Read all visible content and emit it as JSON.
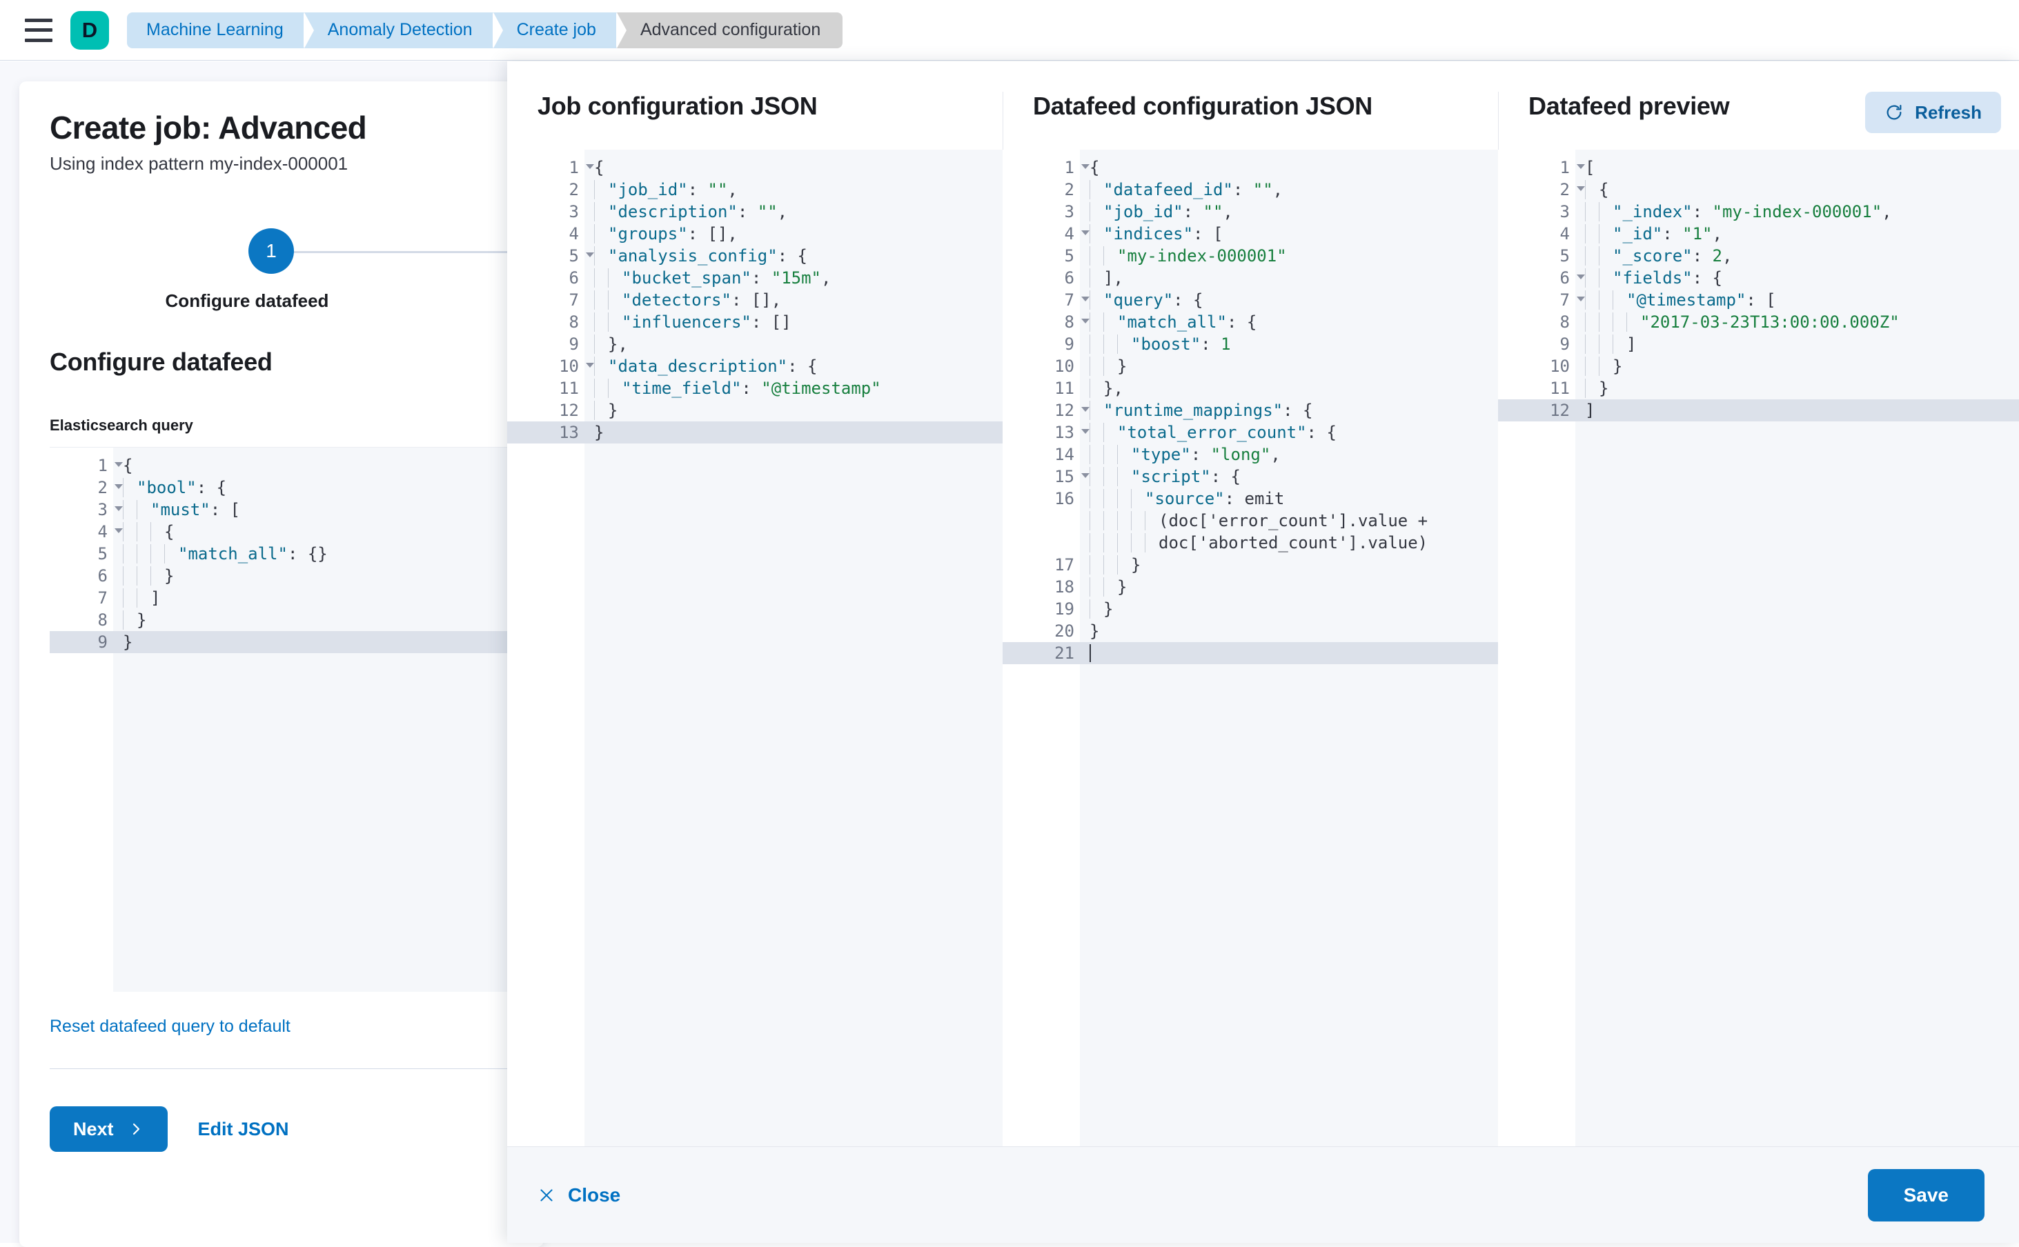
{
  "topbar": {
    "menu_icon": "hamburger-menu-icon",
    "logo_letter": "D",
    "breadcrumbs": [
      {
        "label": "Machine Learning",
        "active": false
      },
      {
        "label": "Anomaly Detection",
        "active": false
      },
      {
        "label": "Create job",
        "active": false
      },
      {
        "label": "Advanced configuration",
        "active": true
      }
    ]
  },
  "wizard": {
    "title": "Create job: Advanced",
    "subtitle": "Using index pattern my-index-000001",
    "step_number": "1",
    "step_label": "Configure datafeed",
    "section_title": "Configure datafeed",
    "query_label": "Elasticsearch query",
    "reset_link": "Reset datafeed query to default",
    "next_label": "Next",
    "next_icon": "chevron-right-icon",
    "edit_json_label": "Edit JSON",
    "query_lines": [
      {
        "n": "1",
        "fold": true,
        "code": "{"
      },
      {
        "n": "2",
        "fold": true,
        "code": "  \"bool\": {"
      },
      {
        "n": "3",
        "fold": true,
        "code": "    \"must\": ["
      },
      {
        "n": "4",
        "fold": true,
        "code": "      {"
      },
      {
        "n": "5",
        "fold": false,
        "code": "        \"match_all\": {}"
      },
      {
        "n": "6",
        "fold": false,
        "code": "      }"
      },
      {
        "n": "7",
        "fold": false,
        "code": "    ]"
      },
      {
        "n": "8",
        "fold": false,
        "code": "  }"
      },
      {
        "n": "9",
        "fold": false,
        "code": "}",
        "highlight": true
      }
    ]
  },
  "flyout": {
    "job_config": {
      "title": "Job configuration JSON",
      "lines": [
        {
          "n": "1",
          "fold": true,
          "code": "{"
        },
        {
          "n": "2",
          "fold": false,
          "code": "  \"job_id\": \"\","
        },
        {
          "n": "3",
          "fold": false,
          "code": "  \"description\": \"\","
        },
        {
          "n": "4",
          "fold": false,
          "code": "  \"groups\": [],"
        },
        {
          "n": "5",
          "fold": true,
          "code": "  \"analysis_config\": {"
        },
        {
          "n": "6",
          "fold": false,
          "code": "    \"bucket_span\": \"15m\","
        },
        {
          "n": "7",
          "fold": false,
          "code": "    \"detectors\": [],"
        },
        {
          "n": "8",
          "fold": false,
          "code": "    \"influencers\": []"
        },
        {
          "n": "9",
          "fold": false,
          "code": "  },"
        },
        {
          "n": "10",
          "fold": true,
          "code": "  \"data_description\": {"
        },
        {
          "n": "11",
          "fold": false,
          "code": "    \"time_field\": \"@timestamp\""
        },
        {
          "n": "12",
          "fold": false,
          "code": "  }"
        },
        {
          "n": "13",
          "fold": false,
          "code": "}",
          "highlight": true
        }
      ]
    },
    "datafeed_config": {
      "title": "Datafeed configuration JSON",
      "lines": [
        {
          "n": "1",
          "fold": true,
          "code": "{"
        },
        {
          "n": "2",
          "fold": false,
          "code": "  \"datafeed_id\": \"\","
        },
        {
          "n": "3",
          "fold": false,
          "code": "  \"job_id\": \"\","
        },
        {
          "n": "4",
          "fold": true,
          "code": "  \"indices\": ["
        },
        {
          "n": "5",
          "fold": false,
          "code": "    \"my-index-000001\""
        },
        {
          "n": "6",
          "fold": false,
          "code": "  ],"
        },
        {
          "n": "7",
          "fold": true,
          "code": "  \"query\": {"
        },
        {
          "n": "8",
          "fold": true,
          "code": "    \"match_all\": {"
        },
        {
          "n": "9",
          "fold": false,
          "code": "      \"boost\": 1"
        },
        {
          "n": "10",
          "fold": false,
          "code": "    }"
        },
        {
          "n": "11",
          "fold": false,
          "code": "  },"
        },
        {
          "n": "12",
          "fold": true,
          "code": "  \"runtime_mappings\": {"
        },
        {
          "n": "13",
          "fold": true,
          "code": "    \"total_error_count\": {"
        },
        {
          "n": "14",
          "fold": false,
          "code": "      \"type\": \"long\","
        },
        {
          "n": "15",
          "fold": true,
          "code": "      \"script\": {"
        },
        {
          "n": "16",
          "fold": false,
          "code": "        \"source\": \"emit\n          (doc['error_count'].value +\n          doc['aborted_count'].value)\""
        },
        {
          "n": "17",
          "fold": false,
          "code": "      }"
        },
        {
          "n": "18",
          "fold": false,
          "code": "    }"
        },
        {
          "n": "19",
          "fold": false,
          "code": "  }"
        },
        {
          "n": "20",
          "fold": false,
          "code": "}"
        },
        {
          "n": "21",
          "fold": false,
          "code": "",
          "highlight": true,
          "cursor": true
        }
      ]
    },
    "datafeed_preview": {
      "title": "Datafeed preview",
      "refresh_label": "Refresh",
      "refresh_icon": "refresh-icon",
      "lines": [
        {
          "n": "1",
          "fold": true,
          "code": "["
        },
        {
          "n": "2",
          "fold": true,
          "code": "  {"
        },
        {
          "n": "3",
          "fold": false,
          "code": "    \"_index\": \"my-index-000001\","
        },
        {
          "n": "4",
          "fold": false,
          "code": "    \"_id\": \"1\","
        },
        {
          "n": "5",
          "fold": false,
          "code": "    \"_score\": 2,"
        },
        {
          "n": "6",
          "fold": true,
          "code": "    \"fields\": {"
        },
        {
          "n": "7",
          "fold": true,
          "code": "      \"@timestamp\": ["
        },
        {
          "n": "8",
          "fold": false,
          "code": "        \"2017-03-23T13:00:00.000Z\""
        },
        {
          "n": "9",
          "fold": false,
          "code": "      ]"
        },
        {
          "n": "10",
          "fold": false,
          "code": "    }"
        },
        {
          "n": "11",
          "fold": false,
          "code": "  }"
        },
        {
          "n": "12",
          "fold": false,
          "code": "]",
          "highlight": true
        }
      ]
    },
    "footer": {
      "close_label": "Close",
      "close_icon": "close-x-icon",
      "save_label": "Save"
    }
  },
  "colors": {
    "primary": "#0B77C3",
    "link": "#0071C2",
    "brand": "#00BFB3",
    "crumb_bg": "#CCE3F5",
    "crumb_active_bg": "#D3D3D3",
    "editor_bg": "#F5F7FA",
    "string": "#177F3E",
    "key": "#0A6A8C"
  }
}
